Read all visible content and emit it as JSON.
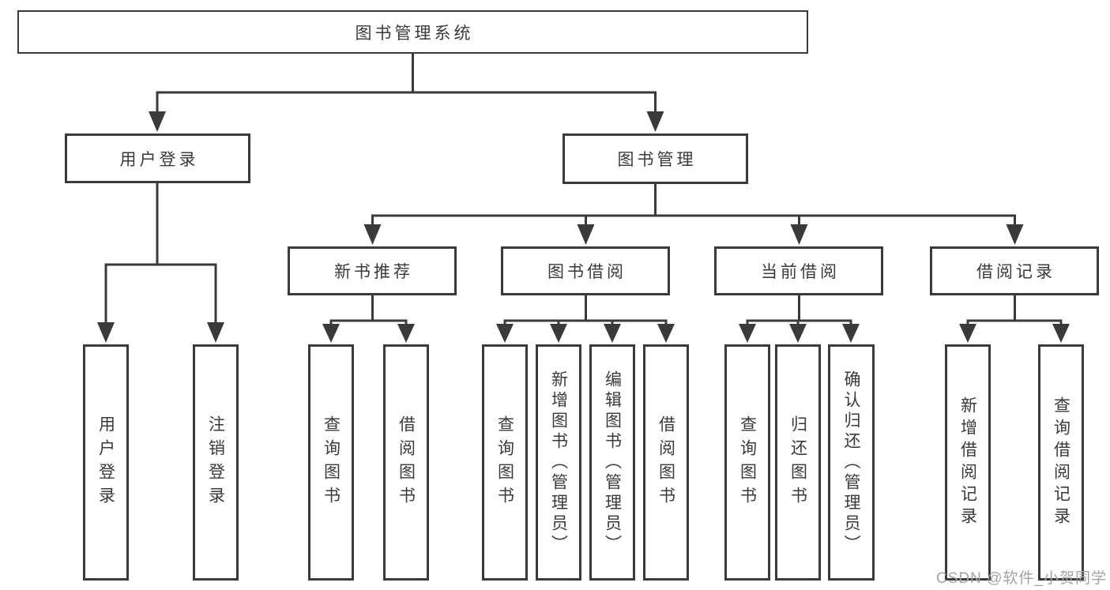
{
  "diagram": {
    "title_node": {
      "label": "图书管理系统"
    },
    "level2": [
      {
        "label": "用户登录"
      },
      {
        "label": "图书管理"
      }
    ],
    "level3": [
      {
        "label": "新书推荐",
        "parent": "图书管理"
      },
      {
        "label": "图书借阅",
        "parent": "图书管理"
      },
      {
        "label": "当前借阅",
        "parent": "图书管理"
      },
      {
        "label": "借阅记录",
        "parent": "图书管理"
      }
    ],
    "leaves": [
      {
        "label": "用户登录",
        "parent": "用户登录"
      },
      {
        "label": "注销登录",
        "parent": "用户登录"
      },
      {
        "label": "查询图书",
        "parent": "新书推荐"
      },
      {
        "label": "借阅图书",
        "parent": "新书推荐"
      },
      {
        "label": "查询图书",
        "parent": "图书借阅"
      },
      {
        "label": "新增图书（管理员）",
        "parent": "图书借阅"
      },
      {
        "label": "编辑图书（管理员）",
        "parent": "图书借阅"
      },
      {
        "label": "借阅图书",
        "parent": "图书借阅"
      },
      {
        "label": "查询图书",
        "parent": "当前借阅"
      },
      {
        "label": "归还图书",
        "parent": "当前借阅"
      },
      {
        "label": "确认归还（管理员）",
        "parent": "当前借阅"
      },
      {
        "label": "新增借阅记录",
        "parent": "借阅记录"
      },
      {
        "label": "查询借阅记录",
        "parent": "借阅记录"
      }
    ],
    "watermark": "CSDN @软件_小贺同学",
    "colors": {
      "line": "#3a3a3a",
      "text": "#3a3a3a",
      "watermark": "#a3a3a3",
      "background": "#ffffff"
    }
  }
}
